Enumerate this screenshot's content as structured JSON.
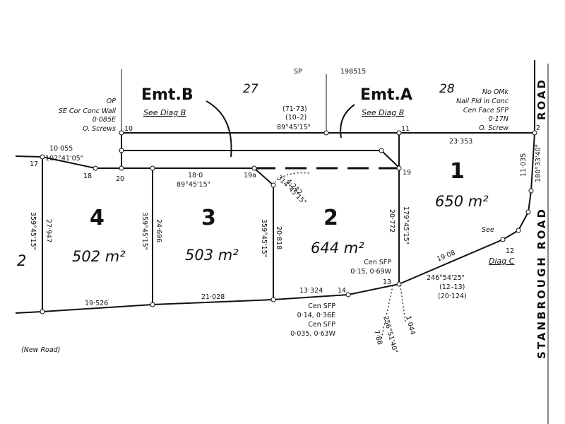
{
  "plan": {
    "lots": [
      {
        "number": "1",
        "area": "650 m²"
      },
      {
        "number": "2",
        "area": "644 m²"
      },
      {
        "number": "3",
        "area": "503 m²"
      },
      {
        "number": "4",
        "area": "502 m²"
      },
      {
        "number": "2"
      }
    ],
    "adjacent_lots": {
      "lot27": "27",
      "lot28": "28",
      "plan_prefix": "SP",
      "plan_number": "198515"
    },
    "easements": {
      "a_label": "Emt.A",
      "a_ref": "See Diag B",
      "b_label": "Emt.B",
      "b_ref": "See Diag B"
    },
    "roads": {
      "stanbrough": "STANBROUGH ROAD",
      "stanbrough_top": "ROAD",
      "new_road": "(New Road)"
    },
    "points": {
      "p2": "2",
      "p10": "10",
      "p11": "11",
      "p12": "12",
      "p13": "13",
      "p14": "14",
      "p17": "17",
      "p18": "18",
      "p19": "19",
      "p19a": "19a",
      "p20": "20"
    },
    "dimensions": {
      "top_bearing": "89°45'15\"",
      "top_old_1": "(71·73)",
      "top_old_2": "(10–2)",
      "d_11_2": "23·353",
      "d_east": "11·035",
      "b_east": "180°33'40\"",
      "d_17_18": "10·055",
      "b_17_18": "102°41'05\"",
      "d_20_19a": "18·0",
      "b_20_19a": "89°45'15\"",
      "b_19a": "314°45'15\"",
      "d_19a": "4·242",
      "b_lot4_w": "359°45'15\"",
      "d_lot4_w": "27·947",
      "b_lot3_w": "359°45'15\"",
      "d_lot3_w": "24·696",
      "b_lot2_w": "359°45'15\"",
      "d_lot2_w": "20·818",
      "b_lot1_w": "179°45'15\"",
      "d_lot1_w": "20·772",
      "d_s_lot4": "19·526",
      "d_s_lot3": "21·028",
      "d_s_lot2": "13·324",
      "d_13_12": "19·08",
      "b_13_12": "246°54'25\"",
      "old_13_12_1": "(12–13)",
      "old_13_12_2": "(20·124)",
      "b_13_ref": "256°51'40\"",
      "d_13_ref1": "7·88",
      "d_13_ref2": "1·044"
    },
    "notes": {
      "op_1": "OP",
      "op_2": "SE Cor Conc Wall",
      "op_3": "0·085E",
      "op_4": "O. Screws",
      "ne_1": "No OMk",
      "ne_2": "Nail Pld in Conc",
      "ne_3": "Cen Face SFP",
      "ne_4": "0·17N",
      "ne_5": "O. Screw",
      "sfp13_1": "Cen SFP",
      "sfp13_2": "0·15, 0·69W",
      "sfp14_1": "Cen SFP",
      "sfp14_2": "0·14, 0·36E",
      "sfp14_3": "Cen SFP",
      "sfp14_4": "0·035, 0·63W",
      "diagc_1": "See",
      "diagc_2": "Diag C"
    },
    "top_right_fragment": "ROAD"
  }
}
